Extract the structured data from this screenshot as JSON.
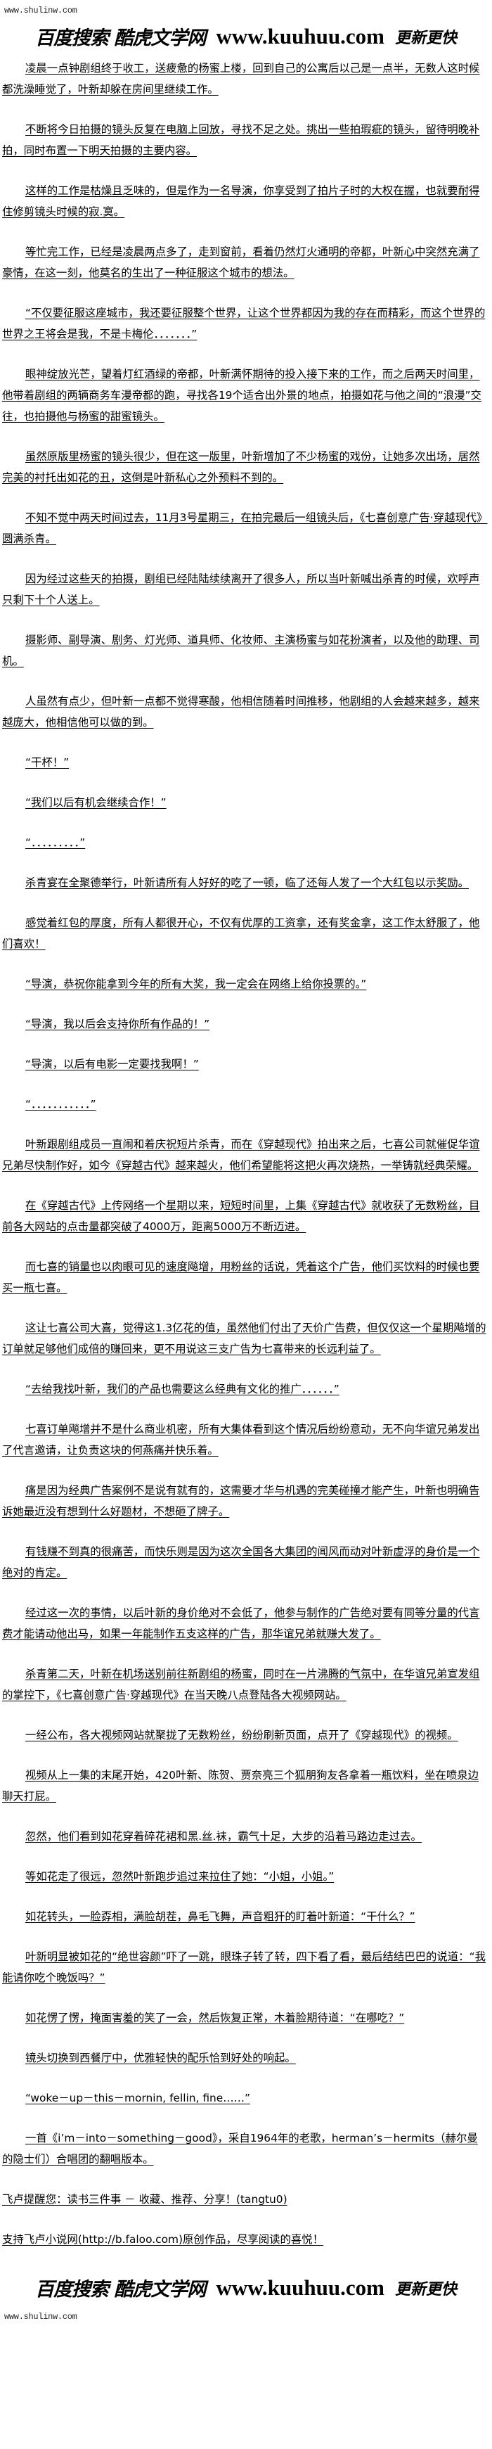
{
  "header": {
    "site": "www.shulinw.com",
    "banner_cn": "百度搜索 酷虎文学网",
    "banner_url": "www.kuuhuu.com",
    "banner_tail": "更新更快"
  },
  "paragraphs": [
    {
      "text": "凌晨一点钟剧组终于收工，送疲惫的杨蜜上楼，回到自己的公寓后以己是一点半，无数人这时候都洗澡睡觉了，叶新却躲在房间里继续工作。"
    },
    {
      "text": "不断将今日拍摄的镜头反复在电脑上回放，寻找不足之处。挑出一些拍瑕疵的镜头，留待明晚补拍，同时布置一下明天拍摄的主要内容。"
    },
    {
      "text": "这样的工作是枯燥且乏味的，但是作为一名导演，你享受到了拍片子时的大权在握，也就要耐得住修剪镜头时候的寂.寞。"
    },
    {
      "text": "等忙完工作，已经是凌晨两点多了，走到窗前，看着仍然灯火通明的帝都，叶新心中突然充满了豪情，在这一刻，他莫名的生出了一种征服这个城市的想法。"
    },
    {
      "text": "“不仅要征服这座城市，我还要征服整个世界，让这个世界都因为我的存在而精彩，而这个世界的世界之王将会是我，不是卡梅伦．．．．．．．”"
    },
    {
      "text": "眼神绽放光芒，望着灯红酒绿的帝都，叶新满怀期待的投入接下来的工作，而之后两天时间里，他带着剧组的两辆商务车漫帝都的跑，寻找各19个适合出外景的地点，拍摄如花与他之间的“浪漫”交往，也拍摄他与杨蜜的甜蜜镜头。"
    },
    {
      "text": "虽然原版里杨蜜的镜头很少，但在这一版里，叶新增加了不少杨蜜的戏份，让她多次出场，居然完美的衬托出如花的丑，这倒是叶新私心之外预料不到的。"
    },
    {
      "text": "不知不觉中两天时间过去，11月3号星期三，在拍完最后一组镜头后，《七喜创意广告·穿越现代》圆满杀青。"
    },
    {
      "text": "因为经过这些天的拍摄，剧组已经陆陆续续离开了很多人，所以当叶新喊出杀青的时候，欢呼声只剩下十个人送上。"
    },
    {
      "text": "摄影师、副导演、剧务、灯光师、道具师、化妆师、主演杨蜜与如花扮演者，以及他的助理、司机。"
    },
    {
      "text": "人虽然有点少，但叶新一点都不觉得寒酸，他相信随着时间推移，他剧组的人会越来越多，越来越庞大，他相信他可以做的到。"
    },
    {
      "text": "“干杯！”"
    },
    {
      "text": "“我们以后有机会继续合作！”"
    },
    {
      "text": "“．．．．．．．．．”"
    },
    {
      "text": "杀青宴在全聚德举行，叶新请所有人好好的吃了一顿，临了还每人发了一个大红包以示奖励。"
    },
    {
      "text": "感觉着红包的厚度，所有人都很开心，不仅有优厚的工资拿，还有奖金拿，这工作太舒服了，他们喜欢！"
    },
    {
      "text": "“导演，恭祝你能拿到今年的所有大奖，我一定会在网络上给你投票的。”"
    },
    {
      "text": "“导演，我以后会支持你所有作品的！”"
    },
    {
      "text": "“导演，以后有电影一定要找我啊！”"
    },
    {
      "text": "“．．．．．．．．．．．”"
    },
    {
      "text": "叶新跟剧组成员一直闹和着庆祝短片杀青，而在《穿越现代》拍出来之后，七喜公司就催促华谊兄弟尽快制作好，如今《穿越古代》越来越火，他们希望能将这把火再次烧热，一举铸就经典荣耀。"
    },
    {
      "text": "在《穿越古代》上传网络一个星期以来，短短时间里，上集《穿越古代》就收获了无数粉丝，目前各大网站的点击量都突破了4000万，距离5000万不断迈进。"
    },
    {
      "text": "而七喜的销量也以肉眼可见的速度飚增，用粉丝的话说，凭着这个广告，他们买饮料的时候也要买一瓶七喜。"
    },
    {
      "text": "这让七喜公司大喜，觉得这1.3亿花的值，虽然他们付出了天价广告费，但仅仅这一个星期飚增的订单就足够他们成倍的赚回来，更不用说这三支广告为七喜带来的长远利益了。"
    },
    {
      "text": "“去给我找叶新，我们的产品也需要这么经典有文化的推广．．．．．．”"
    },
    {
      "text": "七喜订单飚增并不是什么商业机密，所有大集体看到这个情况后纷纷意动，无不向华谊兄弟发出了代言邀请，让负责这块的何燕痛并快乐着。"
    },
    {
      "text": "痛是因为经典广告案例不是说有就有的，这需要才华与机遇的完美碰撞才能产生，叶新也明确告诉她最近没有想到什么好题材，不想砸了牌子。"
    },
    {
      "text": "有钱赚不到真的很痛苦，而快乐则是因为这次全国各大集团的闻风而动对叶新虚浮的身价是一个绝对的肯定。"
    },
    {
      "text": "经过这一次的事情，以后叶新的身价绝对不会低了，他参与制作的广告绝对要有同等分量的代言费才能请动他出马，如果一年能制作五支这样的广告，那华谊兄弟就赚大发了。"
    },
    {
      "text": "杀青第二天，叶新在机场送别前往新剧组的杨蜜，同时在一片沸腾的气氛中，在华谊兄弟宣发组的掌控下，《七喜创意广告·穿越现代》在当天晚八点登陆各大视频网站。"
    },
    {
      "text": "一经公布，各大视频网站就聚拢了无数粉丝，纷纷刷新页面，点开了《穿越现代》的视频。"
    },
    {
      "text": "视频从上一集的末尾开始，420叶新、陈贺、贾奈亮三个狐朋狗友各拿着一瓶饮料，坐在喷泉边聊天打屁。"
    },
    {
      "text": "忽然，他们看到如花穿着碎花裙和黑.丝.袜，霸气十足，大步的沿着马路边走过去。"
    },
    {
      "text": "等如花走了很远，忽然叶新跑步追过来拉住了她：“小姐，小姐。”"
    },
    {
      "text": "如花转头，一脸孬相，满脸胡茬，鼻毛飞舞，声音粗犴的盯着叶新道：“干什么？”"
    },
    {
      "text": "叶新明显被如花的“绝世容颜”吓了一跳，眼珠子转了转，四下看了看，最后结结巴巴的说道：“我能请你吃个晚饭吗？”"
    },
    {
      "text": "如花愣了愣，掩面害羞的笑了一会，然后恢复正常，木着脸期待道：“在哪吃？”"
    },
    {
      "text": "镜头切换到西餐厅中，优雅轻快的配乐恰到好处的响起。"
    },
    {
      "text": "“woke－up－this－mornin, fellin, fine……”"
    },
    {
      "text": "一首《i’m－into－something－good》，采自1964年的老歌，herman’s－hermits（赫尔曼的隐士们）合唱团的翻唱版本。"
    }
  ],
  "footer": {
    "reminder": "飞卢提醒您：读书三件事 － 收藏、推荐、分享！(tangtu0)",
    "support": "支持飞卢小说网(http://b.faloo.com)原创作品，尽享阅读的喜悦！",
    "banner_cn": "百度搜索 酷虎文学网",
    "banner_url": "www.kuuhuu.com",
    "banner_tail": "更新更快",
    "site": "www.shulinw.com"
  }
}
